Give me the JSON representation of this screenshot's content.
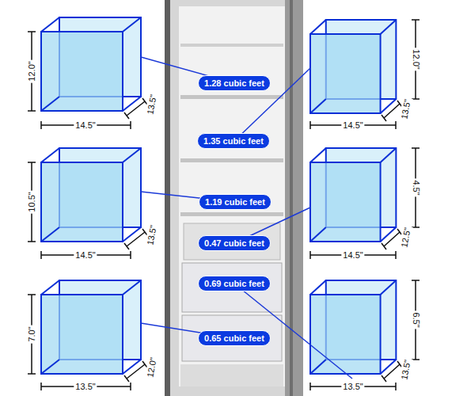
{
  "diagram": {
    "nodes": [
      {
        "text": [
          "1.28 cubic feet"
        ]
      },
      {
        "text": [
          "1.35 cubic feet"
        ]
      },
      {
        "text": [
          "1.19 cubic feet"
        ]
      },
      {
        "text": [
          "0.47 cubic feet"
        ]
      },
      {
        "text": [
          "0.69 cubic feet"
        ]
      },
      {
        "text": [
          "0.65 cubic feet"
        ]
      }
    ],
    "labels": [
      "12.0\"",
      "14.5\"",
      "13.5\"",
      "12.0\"",
      "14.5\"",
      "13.5\"",
      "10.5\"",
      "14.5\"",
      "13.5\"",
      "4.5\"",
      "14.5\"",
      "12.5\"",
      "7.0\"",
      "13.5\"",
      "12.0\"",
      "6.5\"",
      "13.5\"",
      "13.5\""
    ]
  }
}
